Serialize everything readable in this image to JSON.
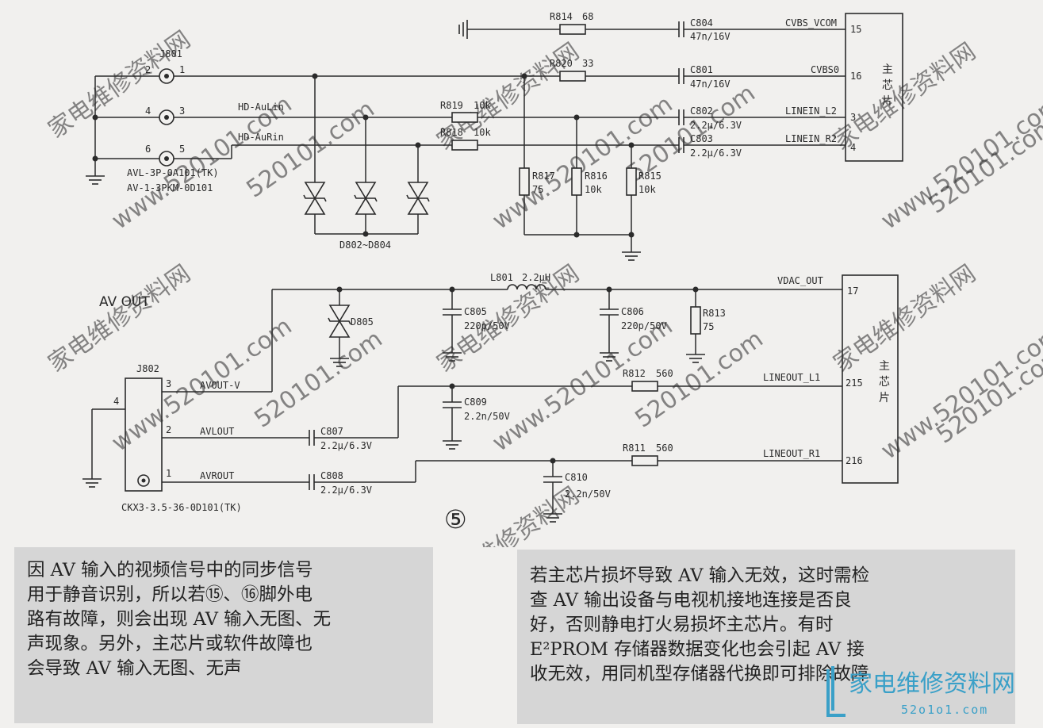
{
  "figure_number": "⑤",
  "chip_label": "主芯片",
  "connectors": {
    "j801": {
      "ref": "J801",
      "pins": [
        "2",
        "1",
        "4",
        "3",
        "6",
        "5"
      ],
      "part1": "AVL-3P-0A101(TK)",
      "part2": "AV-1-3PKM-0D101"
    },
    "j802": {
      "ref": "J802",
      "pins": [
        "3",
        "2",
        "1",
        "4"
      ],
      "part": "CKX3-3.5-36-0D101(TK)"
    }
  },
  "section_title": "AV OUT",
  "components": {
    "r814": {
      "ref": "R814",
      "value": "68"
    },
    "r820": {
      "ref": "R820",
      "value": "33"
    },
    "r819": {
      "ref": "R819",
      "value": "10k"
    },
    "r818": {
      "ref": "R818",
      "value": "10k"
    },
    "r817": {
      "ref": "R817",
      "value": "75"
    },
    "r816": {
      "ref": "R816",
      "value": "10k"
    },
    "r815": {
      "ref": "R815",
      "value": "10k"
    },
    "r813": {
      "ref": "R813",
      "value": "75"
    },
    "r812": {
      "ref": "R812",
      "value": "560"
    },
    "r811": {
      "ref": "R811",
      "value": "560"
    },
    "c804": {
      "ref": "C804",
      "value": "47n/16V"
    },
    "c801": {
      "ref": "C801",
      "value": "47n/16V"
    },
    "c802": {
      "ref": "C802",
      "value": "2.2μ/6.3V"
    },
    "c803": {
      "ref": "C803",
      "value": "2.2μ/6.3V"
    },
    "c805": {
      "ref": "C805",
      "value": "220p/50V"
    },
    "c806": {
      "ref": "C806",
      "value": "220p/50V"
    },
    "c809": {
      "ref": "C809",
      "value": "2.2n/50V"
    },
    "c807": {
      "ref": "C807",
      "value": "2.2μ/6.3V"
    },
    "c808": {
      "ref": "C808",
      "value": "2.2μ/6.3V"
    },
    "c810": {
      "ref": "C810",
      "value": "2.2n/50V"
    },
    "l801": {
      "ref": "L801",
      "value": "2.2μH"
    },
    "d802_804": {
      "ref": "D802~D804"
    },
    "d805": {
      "ref": "D805"
    }
  },
  "nets": {
    "hd_aulin": "HD-AuLin",
    "hd_aurin": "HD-AuRin",
    "cvbs_vcom": "CVBS_VCOM",
    "cvbs0": "CVBS0",
    "linein_l2": "LINEIN_L2",
    "linein_r2": "LINEIN_R2",
    "vdac_out": "VDAC_OUT",
    "lineout_l1": "LINEOUT_L1",
    "lineout_r1": "LINEOUT_R1",
    "avout_v": "AVOUT-V",
    "avlout": "AVLOUT",
    "avrout": "AVROUT"
  },
  "chip_pins": [
    "15",
    "16",
    "3",
    "4",
    "17",
    "215",
    "216"
  ],
  "watermark": {
    "text": "家电维修资料网",
    "domain": "520101.com",
    "domain_alt": "www.520101.com"
  },
  "text_left": [
    "因 AV 输入的视频信号中的同步信号",
    "用于静音识别，所以若⑮、⑯脚外电",
    "路有故障，则会出现 AV 输入无图、无",
    "声现象。另外，主芯片或软件故障也",
    "会导致 AV 输入无图、无声"
  ],
  "text_right": [
    "若主芯片损坏导致 AV 输入无效，这时需检",
    "查 AV 输出设备与电视机接地连接是否良",
    "好，否则静电打火易损坏主芯片。有时",
    "E²PROM 存储器数据变化也会引起 AV 接",
    "收无效，用同机型存储器代换即可排除故障"
  ],
  "logo": {
    "text": "家电维修资料网",
    "sub": "52o1o1.com"
  }
}
